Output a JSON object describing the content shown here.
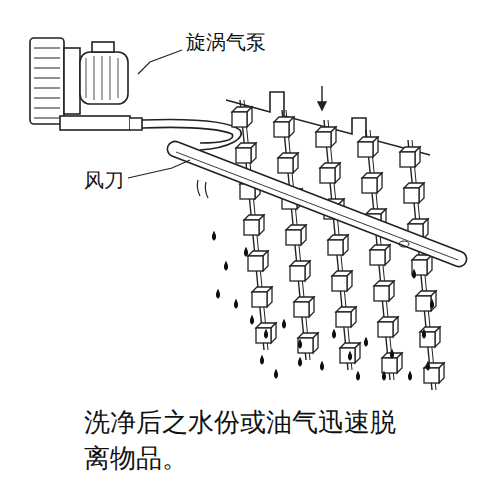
{
  "diagram": {
    "caption": "洗净后之水份或油气迅速脱离物品。",
    "labels": [
      "旋涡气泵",
      "风刀"
    ]
  }
}
